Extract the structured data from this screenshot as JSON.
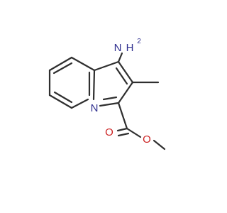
{
  "molecule": {
    "atoms": {
      "amine_n": {
        "text": "N",
        "color": "#2f2f8f"
      },
      "amine_h": {
        "text": "H",
        "color": "#2f2f8f"
      },
      "amine_sub": {
        "text": "2",
        "color": "#2f2f8f"
      },
      "ring_n": {
        "text": "N",
        "color": "#2f2f8f"
      },
      "carbonyl_o": {
        "text": "O",
        "color": "#cc2222"
      },
      "ester_o": {
        "text": "O",
        "color": "#cc2222"
      }
    },
    "colors": {
      "bond": "#2f2f2f",
      "nitrogen": "#2f2f8f",
      "oxygen": "#cc2222"
    }
  }
}
